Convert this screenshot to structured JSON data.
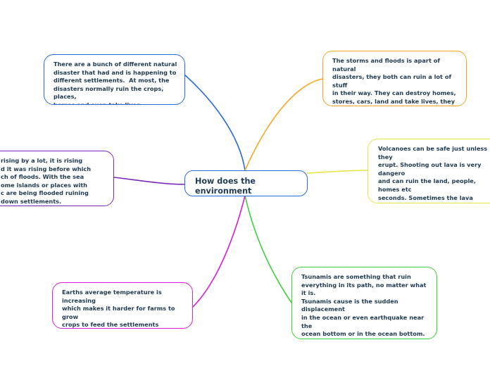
{
  "central": {
    "text": "How does the environment\naffect settlements?",
    "color": "#2a6bd6"
  },
  "branches": [
    {
      "id": "natural-disasters",
      "color": "#2a6bd6",
      "text": "There are a bunch of different natural\ndisaster that had and is happening to\ndifferent settlements.  At most, the\ndisasters normally ruin the crops, places,\nhomes and even take lives."
    },
    {
      "id": "storms-floods",
      "color": "#f5a623",
      "text": "The storms and floods is apart of natural\ndisasters, they both can ruin a lot of stuff\nin their way. They can destroy homes,\nstores, cars, land and take lives, they can\ntake away a lot from settlements in\nminutes."
    },
    {
      "id": "volcanoes",
      "color": "#e6e64a",
      "text": "Volcanoes can be safe just unless they\nerupt. Shooting out lava is very dangero\nand can ruin the land, people, homes etc\nseconds. Sometimes the lava doesn't get\nvery far so it wouldn't 100% dangerous,\nalso it can go rolling down the volcano i\ncity's/land causing it to go on fire."
    },
    {
      "id": "sea-level",
      "color": "#7a2ab8",
      "text": "rising by a lot, it is rising\nd it was rising before which\nch of floods. With the sea\nome islands or places with\nc are being flooded ruining\ndown settlements."
    },
    {
      "id": "tsunamis",
      "color": "#3ccf3c",
      "text": "Tsunamis are something that ruin\neverything in its path, no matter what it is.\nTsunamis cause is the sudden displacement\nin the ocean or even earthquake near the\nocean bottom or in the ocean bottom. As\nsaid before they ruin everything so that´s\nhow settlements end up losing a lot to\ntsunamis."
    },
    {
      "id": "temperature",
      "color": "#d61fd6",
      "text": "Earths average temperature is increasing\nwhich makes it harder for farms to grow\ncrops to feed the settlements around. The\nweather could drop down too making it\nvery icy to go places and to grow crops"
    }
  ]
}
